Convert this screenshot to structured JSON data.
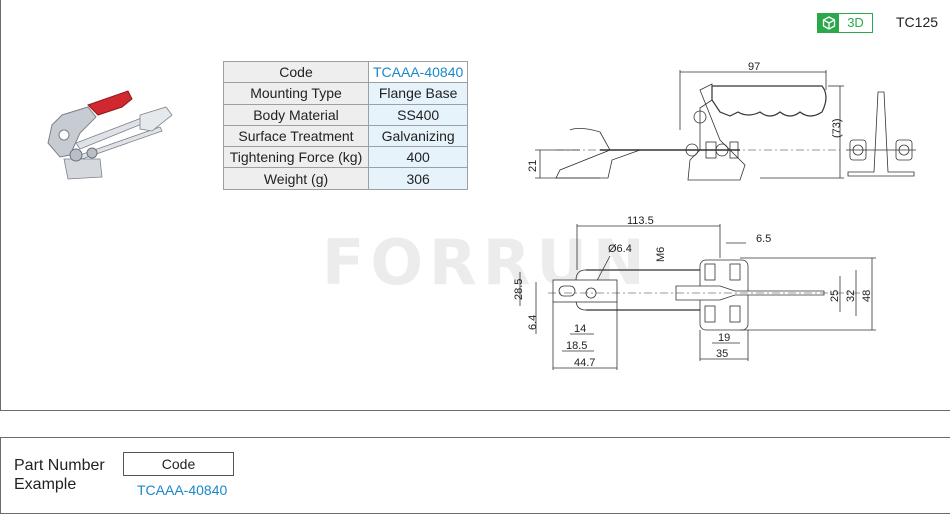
{
  "header": {
    "badge_3d_label": "3D",
    "badge_3d_icon": "cube-icon",
    "series_code": "TC125",
    "accent_color": "#2aa84a"
  },
  "spec_table": {
    "rows": [
      {
        "key": "Code",
        "value": "TCAAA-40840"
      },
      {
        "key": "Mounting Type",
        "value": "Flange Base"
      },
      {
        "key": "Body Material",
        "value": "SS400"
      },
      {
        "key": "Surface Treatment",
        "value": "Galvanizing"
      },
      {
        "key": "Tightening Force (kg)",
        "value": "400"
      },
      {
        "key": "Weight (g)",
        "value": "306"
      }
    ],
    "code_color": "#1a88c9"
  },
  "watermark": "FORRUN",
  "drawing": {
    "side_view": {
      "length": "97",
      "height": "(73)",
      "hook_height": "21"
    },
    "top_view": {
      "overall_length": "113.5",
      "hole_dia": "Ø6.4",
      "thread": "M6",
      "bolt_offset": "6.5",
      "width_inner": "28.5",
      "slot": "6.4",
      "d14": "14",
      "d18_5": "18.5",
      "d44_7": "44.7",
      "d25": "25",
      "d32": "32",
      "d48": "48",
      "d19": "19",
      "d35": "35"
    }
  },
  "part_number": {
    "label_line1": "Part Number",
    "label_line2": "Example",
    "column_header": "Code",
    "code": "TCAAA-40840"
  }
}
